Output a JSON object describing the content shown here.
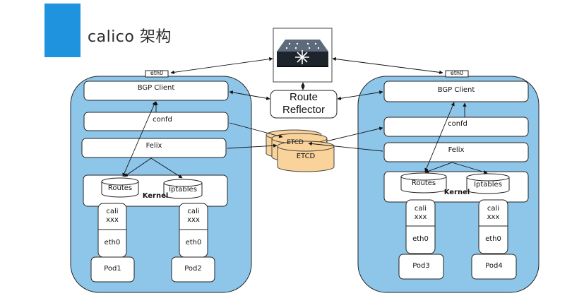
{
  "title": "calico 架构",
  "route_reflector": {
    "label_line1": "Route",
    "label_line2": "Reflector"
  },
  "etcd": {
    "back_label": "ETCD",
    "front_label": "ETCD"
  },
  "nodes": [
    {
      "eth_label": "eth0",
      "bgp_label": "BGP Client",
      "confd_label": "confd",
      "felix_label": "Felix",
      "kernel_label": "Kernel",
      "routes_label": "Routes",
      "iptables_label": "Iptables",
      "pods": [
        {
          "cali_line1": "cali",
          "cali_line2": "xxx",
          "eth_label": "eth0",
          "name": "Pod1"
        },
        {
          "cali_line1": "cali",
          "cali_line2": "xxx",
          "eth_label": "eth0",
          "name": "Pod2"
        }
      ]
    },
    {
      "eth_label": "eth0",
      "bgp_label": "BGP Client",
      "confd_label": "confd",
      "felix_label": "Felix",
      "kernel_label": "Kernel",
      "routes_label": "Routes",
      "iptables_label": "Iptables",
      "pods": [
        {
          "cali_line1": "cali",
          "cali_line2": "xxx",
          "eth_label": "eth0",
          "name": "Pod3"
        },
        {
          "cali_line1": "cali",
          "cali_line2": "xxx",
          "eth_label": "eth0",
          "name": "Pod4"
        }
      ]
    }
  ],
  "colors": {
    "accent": "#1f93dd",
    "node_fill": "#8ec6ea",
    "etcd_fill": "#f9d39a"
  }
}
